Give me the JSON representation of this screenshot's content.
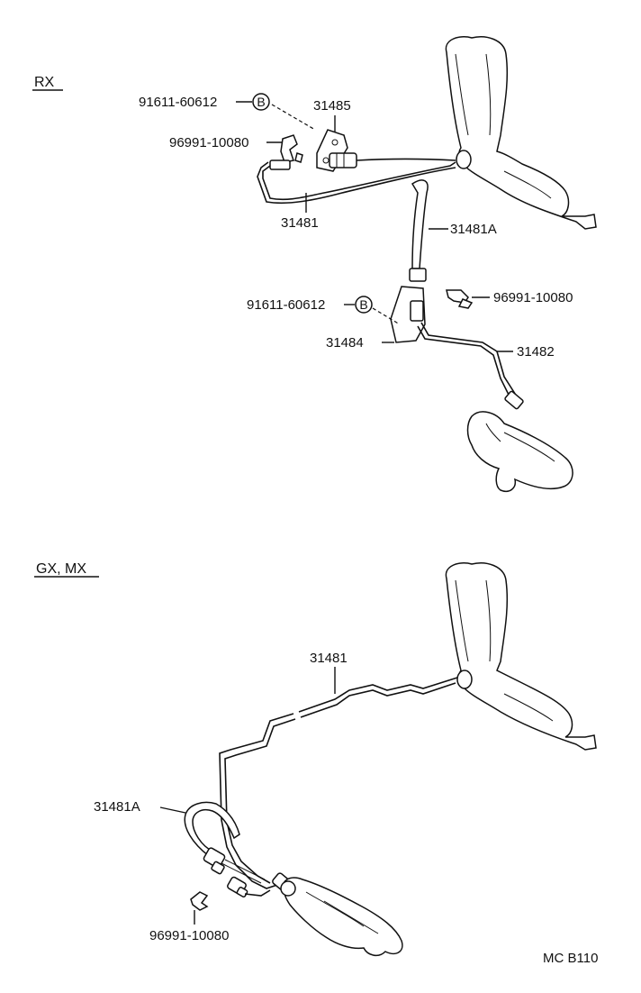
{
  "sections": {
    "rx": "RX",
    "gxmx": "GX, MX"
  },
  "labels": {
    "rx_bolt_1": "91611-60612",
    "rx_bolt_1_mark": "B",
    "rx_31485": "31485",
    "rx_clip_1": "96991-10080",
    "rx_31481": "31481",
    "rx_31481a": "31481A",
    "rx_bolt_2": "91611-60612",
    "rx_bolt_2_mark": "B",
    "rx_clip_2": "96991-10080",
    "rx_31484": "31484",
    "rx_31482": "31482",
    "gx_31481": "31481",
    "gx_31481a": "31481A",
    "gx_clip": "96991-10080"
  },
  "footer": {
    "code": "MC B110"
  }
}
